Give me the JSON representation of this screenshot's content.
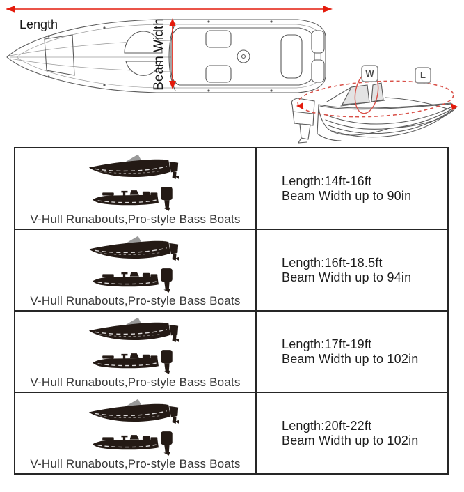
{
  "diagram": {
    "length_label": "Length",
    "beam_width_label": "Beam Width",
    "w_label": "W",
    "l_label": "L"
  },
  "colors": {
    "arrow_red": "#e41b0c",
    "dashed_red": "#d95149",
    "silhouette": "#241a15",
    "line_art": "#5a5a5a",
    "table_border": "#262626"
  },
  "table": {
    "rows": [
      {
        "caption": "V-Hull Runabouts,Pro-style Bass Boats",
        "length": "Length:14ft-16ft",
        "beam_width": "Beam Width up to 90in"
      },
      {
        "caption": "V-Hull Runabouts,Pro-style Bass Boats",
        "length": "Length:16ft-18.5ft",
        "beam_width": "Beam Width up to 94in"
      },
      {
        "caption": "V-Hull Runabouts,Pro-style Bass Boats",
        "length": "Length:17ft-19ft",
        "beam_width": "Beam Width up to 102in"
      },
      {
        "caption": "V-Hull Runabouts,Pro-style Bass Boats",
        "length": "Length:20ft-22ft",
        "beam_width": "Beam Width up to 102in"
      }
    ]
  }
}
